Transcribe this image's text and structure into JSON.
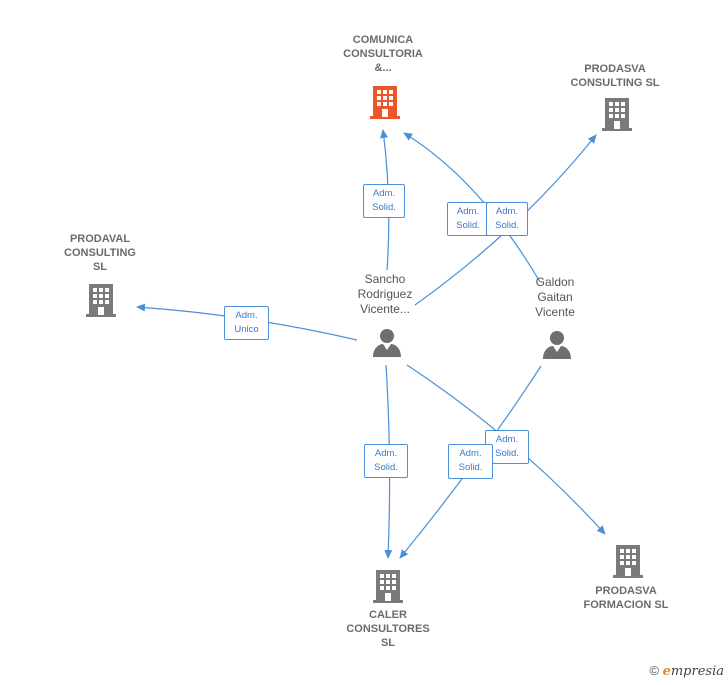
{
  "colors": {
    "edge": "#4a90d9",
    "company_icon": "#7a7a7a",
    "company_icon_highlight": "#f0552a",
    "person_icon": "#6f6f6f"
  },
  "companies": {
    "comunica": {
      "label": "COMUNICA\nCONSULTORIA\n&...",
      "icon": "building-icon-highlight"
    },
    "prodasva_consulting": {
      "label": "PRODASVA\nCONSULTING SL",
      "icon": "building-icon"
    },
    "prodaval": {
      "label": "PRODAVAL\nCONSULTING\nSL",
      "icon": "building-icon"
    },
    "caler": {
      "label": "CALER\nCONSULTORES\nSL",
      "icon": "building-icon"
    },
    "prodasva_formacion": {
      "label": "PRODASVA\nFORMACION SL",
      "icon": "building-icon"
    }
  },
  "people": {
    "sancho": {
      "label": "Sancho\nRodriguez\nVicente...",
      "icon": "person-icon"
    },
    "galdon": {
      "label": "Galdon\nGaitan\nVicente",
      "icon": "person-icon"
    }
  },
  "relations": {
    "sancho_comunica": "Adm.\nSolid.",
    "galdon_comunica": "Adm.\nSolid.",
    "sancho_prodasva_consulting": "Adm.\nSolid.",
    "sancho_prodaval": "Adm.\nUnico",
    "sancho_caler": "Adm.\nSolid.",
    "galdon_caler": "Adm.\nSolid.",
    "sancho_prodasva_formacion": "Adm.\nSolid."
  },
  "brand": {
    "copyright": "©",
    "e": "e",
    "rest": "mpresia"
  }
}
